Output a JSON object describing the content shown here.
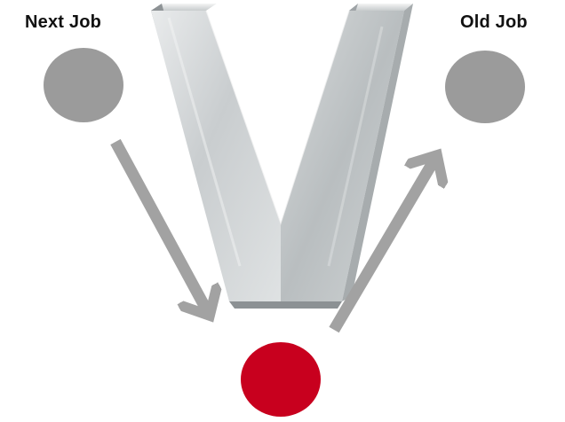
{
  "labels": {
    "next_job": "Next Job",
    "old_job": "Old Job"
  },
  "colors": {
    "node_gray": "#9b9b9b",
    "node_red": "#c8001e",
    "arrow": "#a2a2a2",
    "letter_face": "#d4d7d8",
    "letter_side": "#a9adaf",
    "letter_shadow": "#7e8386"
  },
  "icons": {
    "centerpiece": "letter-v-3d-metal",
    "flow": "arrow-right"
  }
}
